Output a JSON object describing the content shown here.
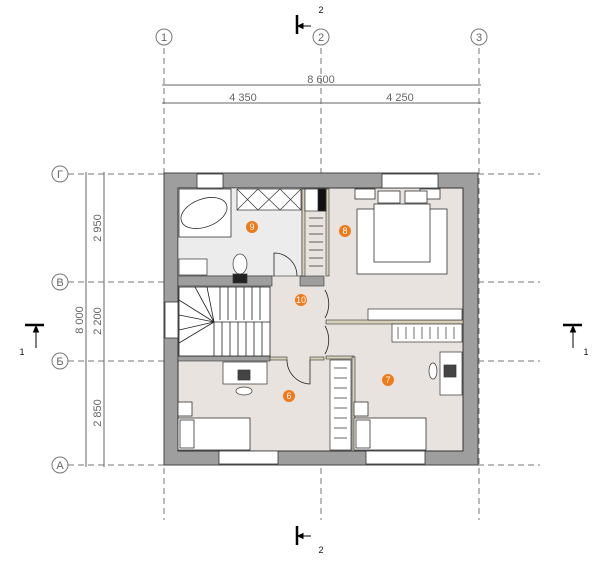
{
  "grid_axes": {
    "columns": [
      "1",
      "2",
      "3"
    ],
    "rows": [
      "Г",
      "В",
      "Б",
      "А"
    ]
  },
  "dimensions": {
    "horizontal_total": "8 600",
    "horizontal_parts": [
      "4 350",
      "4 250"
    ],
    "vertical_total": "8 000",
    "vertical_parts": [
      "2 950",
      "2 200",
      "2 850"
    ]
  },
  "sections": {
    "section_1": "1",
    "section_2": "2"
  },
  "rooms": [
    "9",
    "8",
    "10",
    "6",
    "7"
  ],
  "colors": {
    "wall": "#9e9e9e",
    "room_marker": "#f07a1a",
    "floor_wood": "#e9e3e0",
    "floor_tile": "#ececec"
  }
}
